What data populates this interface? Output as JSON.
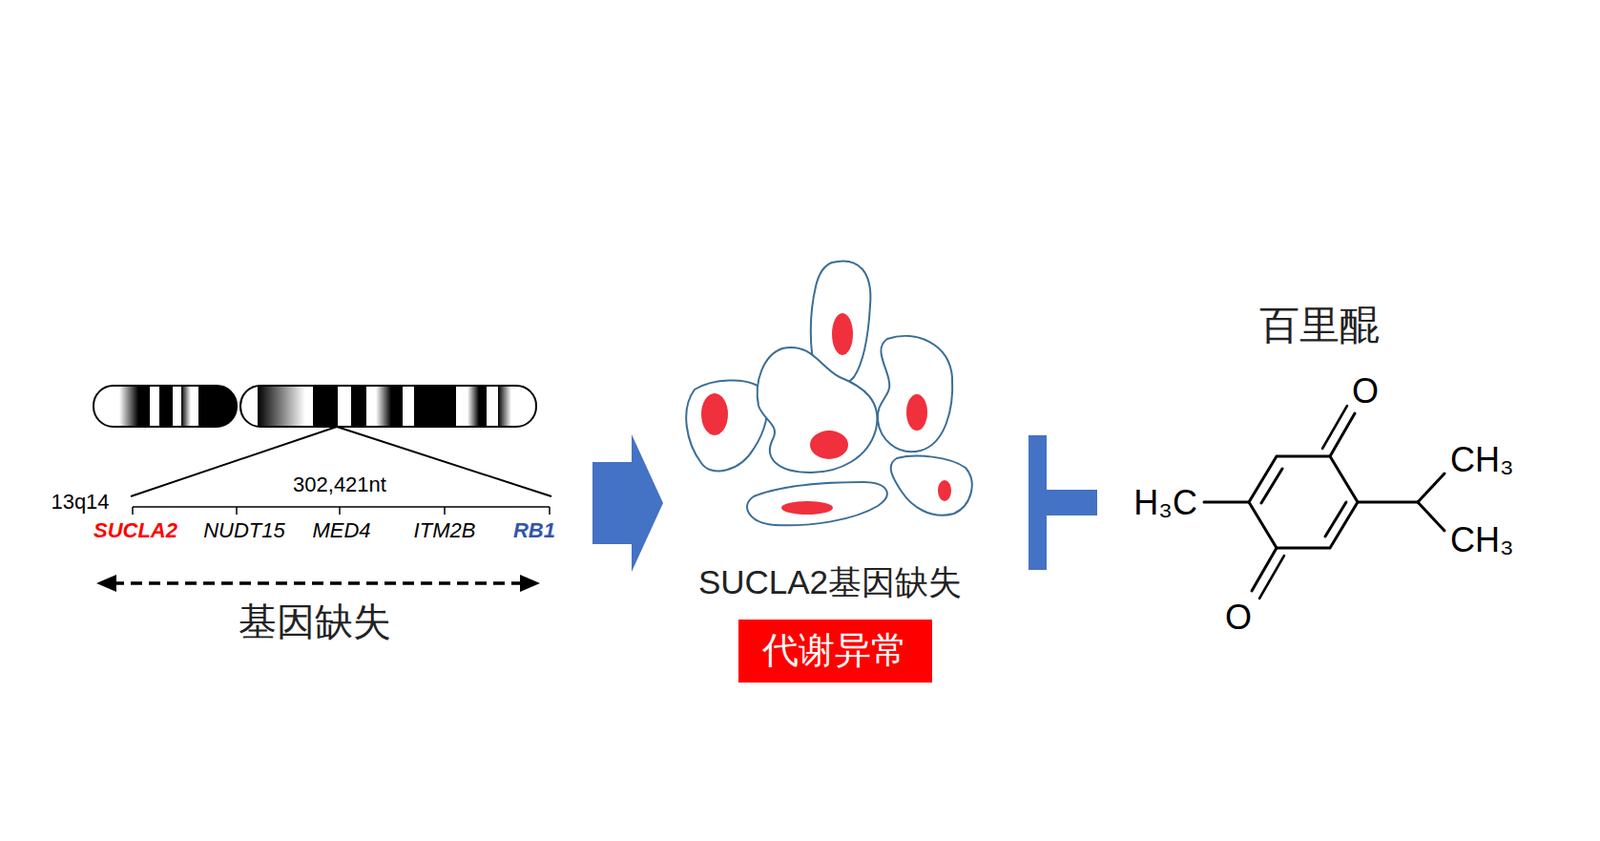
{
  "diagram": {
    "nodes": [
      {
        "text": [
          "代谢异常"
        ]
      }
    ],
    "labels": [
      "13q14",
      "302,421nt",
      "SUCLA2",
      "NUDT15",
      "MED4",
      "ITM2B",
      "RB1",
      "基因缺失",
      "SUCLA2基因缺失",
      "百里醌",
      "O",
      "O",
      "H₃C",
      "CH₃",
      "CH₃"
    ]
  }
}
